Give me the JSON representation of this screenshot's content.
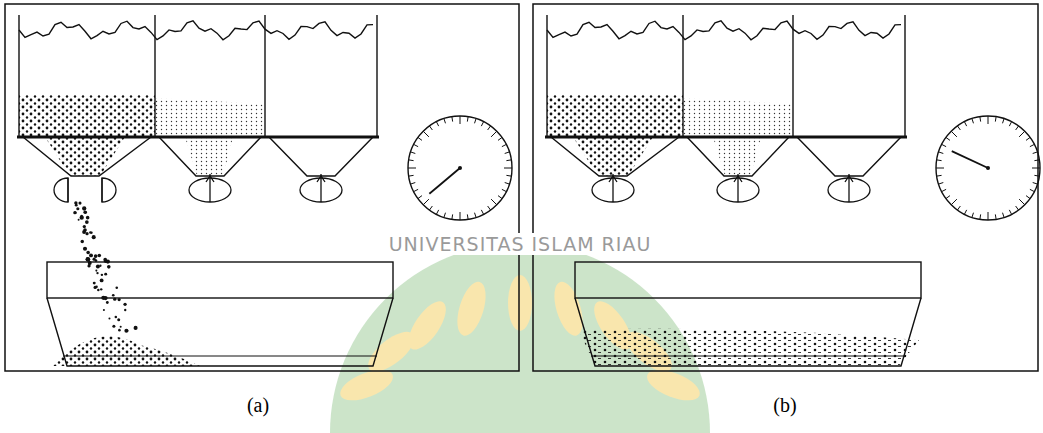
{
  "diagram": {
    "labels": [
      "(a)",
      "(b)",
      "UNIVERSITAS ISLAM RIAU"
    ]
  }
}
